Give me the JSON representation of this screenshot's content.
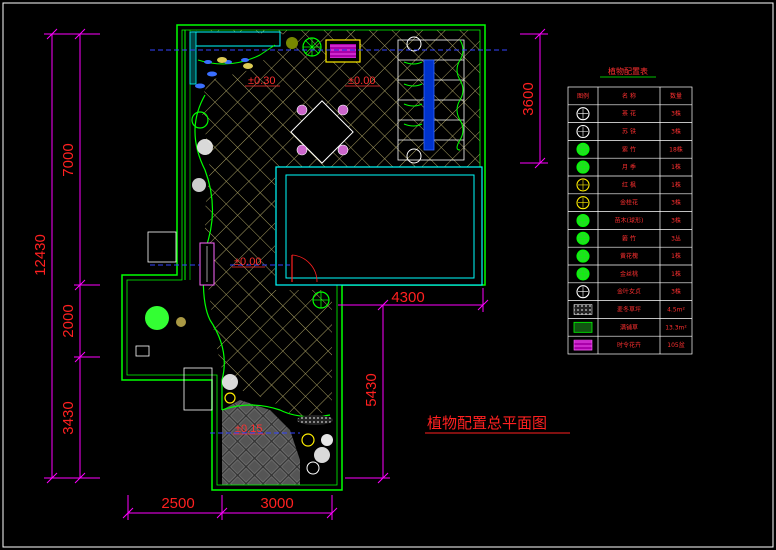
{
  "drawing": {
    "title": "植物配置总平面图",
    "dimensions": {
      "total_height": "12430",
      "top_height": "7000",
      "mid_height": "2000",
      "bottom_height": "3430",
      "right_top": "3600",
      "right_bottom": "5430",
      "right_width": "4300",
      "bottom_left": "2500",
      "bottom_right": "3000"
    },
    "levels": {
      "upper_left": "±0.30",
      "upper_right": "±0.00",
      "middle": "±0.00",
      "lower": "±0.15"
    }
  },
  "legend": {
    "title": "植物配置表",
    "headers": [
      "图例",
      "名 称",
      "数量"
    ],
    "rows": [
      {
        "icon": "camellia-icon",
        "name": "茶 花",
        "qty": "3株"
      },
      {
        "icon": "cycad-icon",
        "name": "苏 铁",
        "qty": "3株"
      },
      {
        "icon": "bamboo-icon",
        "name": "紫 竹",
        "qty": "18株"
      },
      {
        "icon": "rose-icon",
        "name": "月 季",
        "qty": "1株"
      },
      {
        "icon": "maple-icon",
        "name": "红 枫",
        "qty": "1株"
      },
      {
        "icon": "osmanthus-icon",
        "name": "金桂花",
        "qty": "3株"
      },
      {
        "icon": "boxwood-icon",
        "name": "苗木(球形)",
        "qty": "3株"
      },
      {
        "icon": "bamboo-clump-icon",
        "name": "箬 竹",
        "qty": "3丛"
      },
      {
        "icon": "yellow-flower-icon",
        "name": "黄花槐",
        "qty": "1株"
      },
      {
        "icon": "ginkgo-icon",
        "name": "金丝桃",
        "qty": "1株"
      },
      {
        "icon": "round-shrub-icon",
        "name": "金叶女贞",
        "qty": "3株"
      },
      {
        "icon": "groundcover-icon",
        "name": "麦冬草坪",
        "qty": "4.5m²"
      },
      {
        "icon": "lawn-icon",
        "name": "满铺草",
        "qty": "13.3m²"
      },
      {
        "icon": "flowers-icon",
        "name": "时令花卉",
        "qty": "105盆"
      }
    ]
  },
  "colors": {
    "wall": "#00ff00",
    "water": "#00ffff",
    "dimension": "#ff00ff",
    "text": "#ff2020",
    "paving": "#b8b070"
  }
}
